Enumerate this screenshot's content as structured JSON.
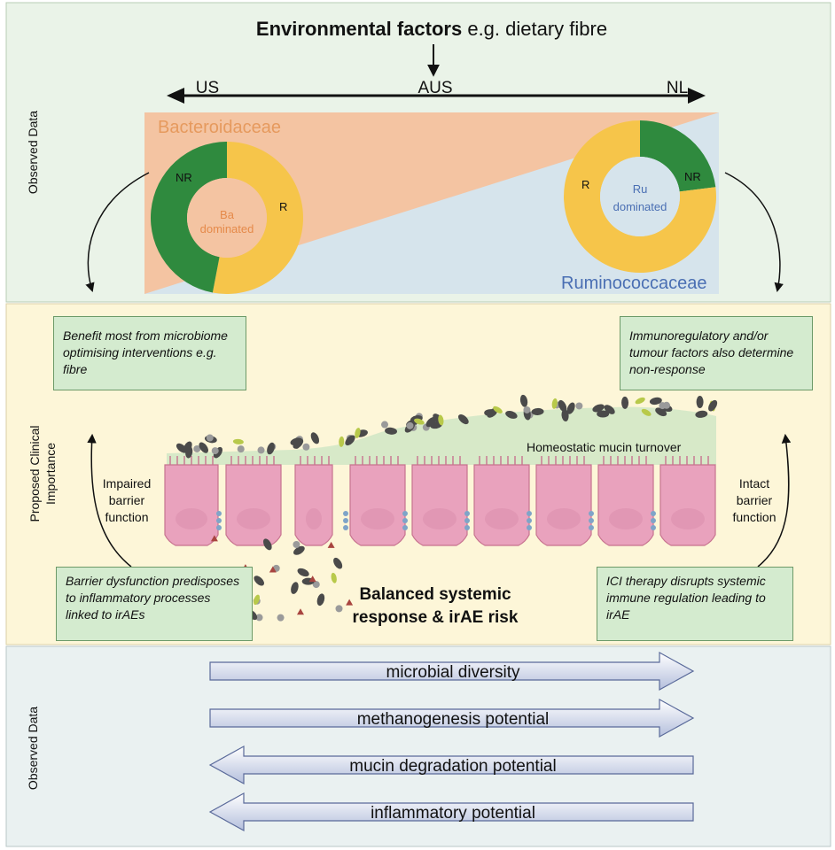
{
  "header": {
    "title_bold": "Environmental factors",
    "title_rest": "e.g. dietary fibre",
    "countries": [
      "US",
      "AUS",
      "NL"
    ]
  },
  "families": {
    "left": "Bacteroidaceae",
    "right": "Ruminococcaceae"
  },
  "donut_left": {
    "center": [
      "Ba",
      "dominated"
    ],
    "segments": [
      {
        "label": "R",
        "fraction": 0.53,
        "color": "#f6c54a"
      },
      {
        "label": "NR",
        "fraction": 0.47,
        "color": "#2f8a3e"
      }
    ]
  },
  "donut_right": {
    "center": [
      "Ru",
      "dominated"
    ],
    "segments": [
      {
        "label": "NR",
        "fraction": 0.23,
        "color": "#2f8a3e"
      },
      {
        "label": "R",
        "fraction": 0.77,
        "color": "#f6c54a"
      }
    ]
  },
  "section_labels": {
    "top": "Observed Data",
    "middle": [
      "Proposed Clinical",
      "Importance"
    ],
    "bottom": "Observed Data"
  },
  "boxes": {
    "top_left": "Benefit most from microbiome optimising interventions e.g. fibre",
    "top_right": "Immunoregulatory and/or tumour factors also determine non-response",
    "bottom_left": "Barrier dysfunction predisposes to inflammatory processes linked to irAEs",
    "bottom_right": "ICI therapy disrupts systemic immune regulation leading to irAE"
  },
  "barrier": {
    "left": [
      "Impaired",
      "barrier",
      "function"
    ],
    "right": [
      "Intact",
      "barrier",
      "function"
    ],
    "mucin": "Homeostatic mucin turnover",
    "center": [
      "Balanced systemic",
      "response & irAE risk"
    ]
  },
  "trend_arrows": [
    {
      "label": "microbial diversity",
      "direction": "right"
    },
    {
      "label": "methanogenesis potential",
      "direction": "right"
    },
    {
      "label": "mucin degradation potential",
      "direction": "left"
    },
    {
      "label": "inflammatory potential",
      "direction": "left"
    }
  ],
  "colors": {
    "top_bg": "#eaf3e8",
    "mid_bg": "#fdf6d8",
    "bottom_bg": "#eaf1f1",
    "bacteroidaceae": "#e69a5e",
    "ruminococcaceae": "#4a6fb3",
    "green_box": "#d4ebcf",
    "cell": "#e9a2bd",
    "arrow_fill": "#c3cce4"
  }
}
